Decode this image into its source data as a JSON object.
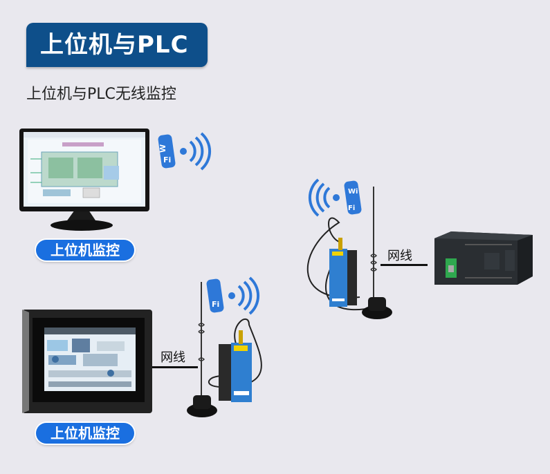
{
  "title": "上位机与PLC",
  "subtitle": "上位机与PLC无线监控",
  "labels": {
    "monitor_top": "上位机监控",
    "monitor_bottom": "上位机监控",
    "wire_right": "网线",
    "wire_bottom": "网线"
  },
  "icons": {
    "wifi_top": "wifi-icon",
    "wifi_right": "wifi-icon",
    "wifi_bottom": "wifi-icon"
  },
  "wifi_text": "Wi Fi",
  "colors": {
    "banner": "#0e4f8a",
    "pill": "#1a6fe0",
    "wifi": "#1b6fd6",
    "background": "#e9e8ee"
  }
}
